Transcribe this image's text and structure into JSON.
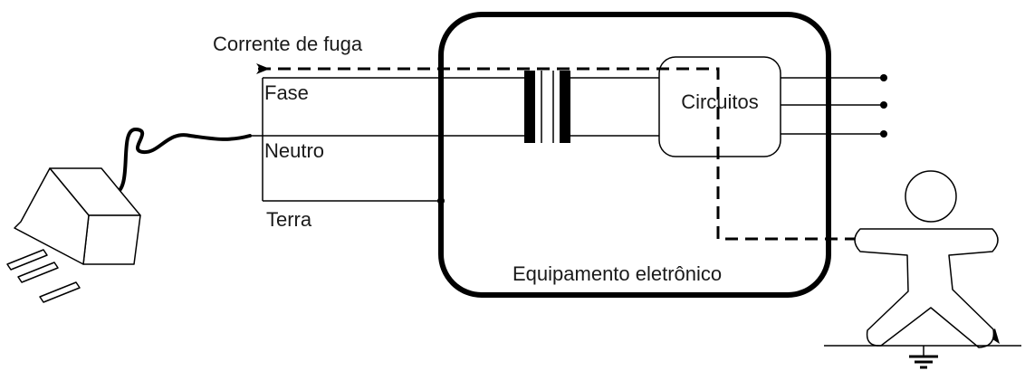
{
  "labels": {
    "leakage_current": "Corrente de fuga",
    "phase": "Fase",
    "neutral": "Neutro",
    "earth": "Terra",
    "circuits": "Circuitos",
    "equipment": "Equipamento eletrônico"
  },
  "colors": {
    "line": "#000000",
    "background": "#ffffff"
  }
}
